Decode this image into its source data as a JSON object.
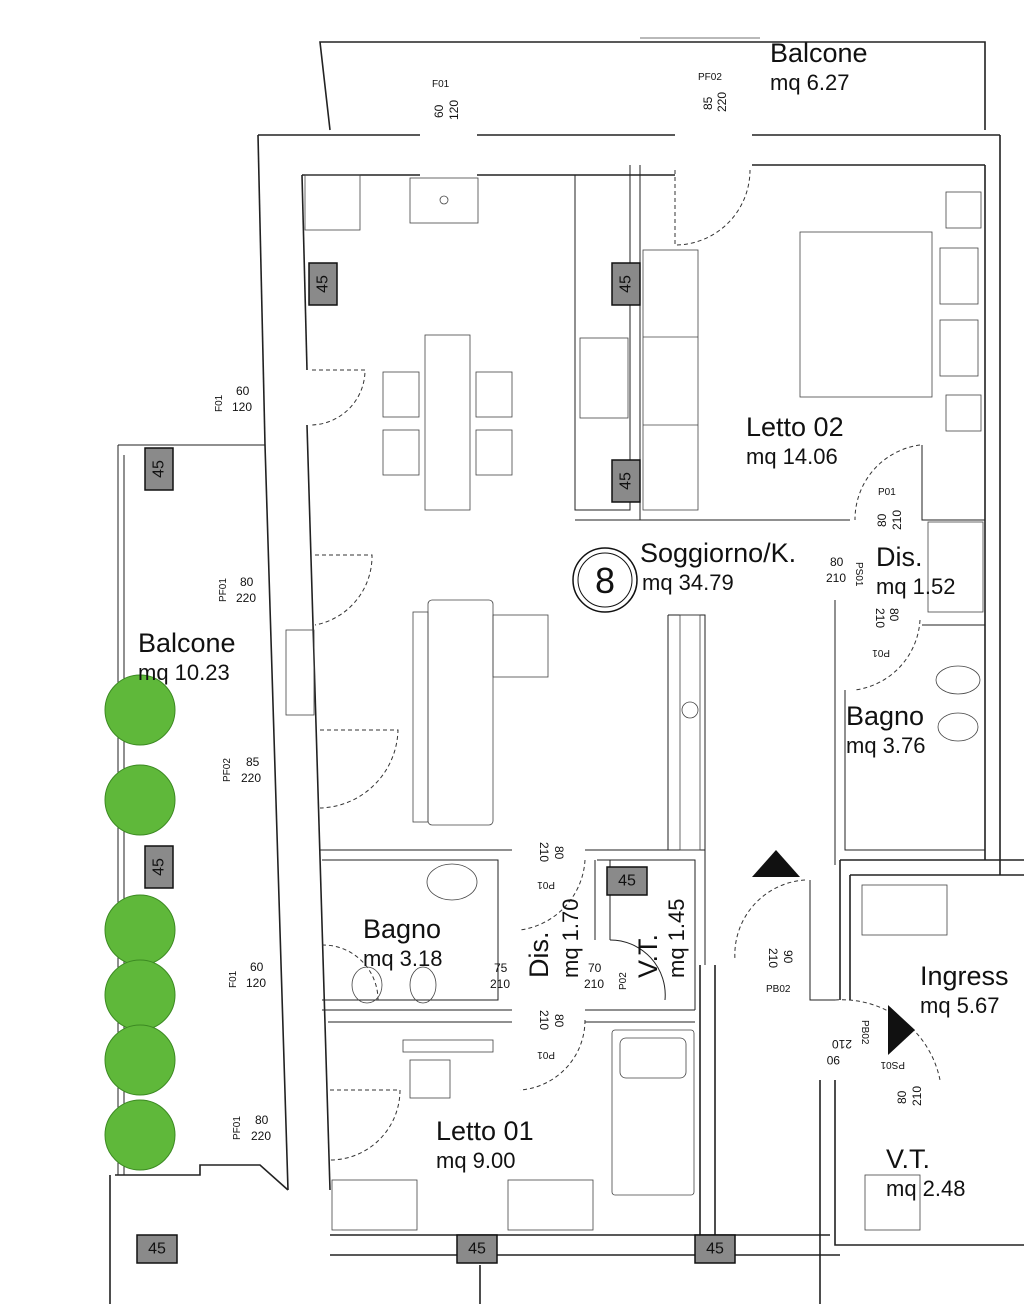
{
  "unit_number": "8",
  "rooms": {
    "balcone_top": {
      "name": "Balcone",
      "area": "mq 6.27"
    },
    "letto02": {
      "name": "Letto 02",
      "area": "mq 14.06"
    },
    "soggiorno": {
      "name": "Soggiorno/K.",
      "area": "mq 34.79"
    },
    "dis_right": {
      "name": "Dis.",
      "area": "mq 1.52"
    },
    "balcone_left": {
      "name": "Balcone",
      "area": "mq 10.23"
    },
    "bagno_right": {
      "name": "Bagno",
      "area": "mq 3.76"
    },
    "bagno_left": {
      "name": "Bagno",
      "area": "mq 3.18"
    },
    "dis_center": {
      "name": "Dis.",
      "area": "mq 1.70"
    },
    "vt_center": {
      "name": "V.T.",
      "area": "mq 1.45"
    },
    "ingresso": {
      "name": "Ingress",
      "area": "mq 5.67"
    },
    "letto01": {
      "name": "Letto 01",
      "area": "mq 9.00"
    },
    "vt_right": {
      "name": "V.T.",
      "area": "mq 2.48"
    }
  },
  "openings": {
    "f01_top": {
      "code": "F01",
      "w": "60",
      "h": "120"
    },
    "pf02_top": {
      "code": "PF02",
      "w": "85",
      "h": "220"
    },
    "f01_left1": {
      "code": "F01",
      "w": "60",
      "h": "120"
    },
    "pf01_left": {
      "code": "PF01",
      "w": "80",
      "h": "220"
    },
    "pf02_left": {
      "code": "PF02",
      "w": "85",
      "h": "220"
    },
    "f01_left2": {
      "code": "F01",
      "w": "60",
      "h": "120"
    },
    "pf01_left2": {
      "code": "PF01",
      "w": "80",
      "h": "220"
    },
    "p01_letto02": {
      "code": "P01",
      "w": "80",
      "h": "210"
    },
    "ps01_dis": {
      "code": "PS01",
      "w": "80",
      "h": "210"
    },
    "p01_bagno": {
      "code": "P01",
      "w": "80",
      "h": "210"
    },
    "p01_bagnoL": {
      "code": "P01",
      "w": "80",
      "h": "210"
    },
    "dis_bagno": {
      "w": "75",
      "h": "210"
    },
    "p02_vt": {
      "code": "P02",
      "w": "70",
      "h": "210"
    },
    "p01_letto01": {
      "code": "P01",
      "w": "80",
      "h": "210"
    },
    "pb02_a": {
      "code": "PB02",
      "w": "90",
      "h": "210"
    },
    "pb02_b": {
      "code": "PB02",
      "w": "90",
      "h": "210"
    },
    "ps01_vt": {
      "code": "PS01",
      "w": "80",
      "h": "210"
    }
  },
  "column_label": "45"
}
